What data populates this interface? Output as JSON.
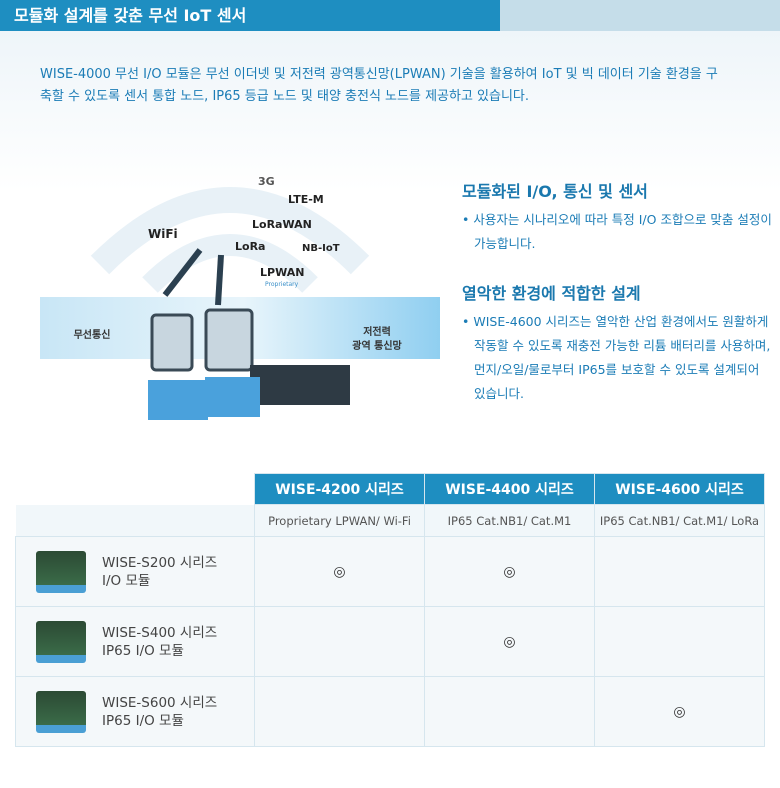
{
  "header": {
    "title": "모듈화 설계를 갖춘 무선 IoT 센서"
  },
  "intro": "WISE-4000 무선 I/O 모듈은 무선 이더넷 및 저전력 광역통신망(LPWAN) 기술을 활용하여 IoT 및 빅 데이터 기술 환경을 구축할 수 있도록 센서 통합 노드, IP65 등급 노드 및 태양 충전식 노드를 제공하고 있습니다.",
  "illustration": {
    "left_label": "무선통신",
    "right_label_1": "저전력",
    "right_label_2": "광역 통신망",
    "logos": [
      "3G",
      "LTE-M",
      "LoRaWAN",
      "WiFi",
      "LoRa",
      "NB-IoT",
      "LPWAN",
      "Proprietary"
    ]
  },
  "features": [
    {
      "title": "모듈화된 I/O, 통신 및 센서",
      "text": "• 사용자는 시나리오에 따라 특정 I/O 조합으로 맞춤 설정이 가능합니다."
    },
    {
      "title": "열악한 환경에 적합한 설계",
      "text": "• WISE-4600 시리즈는 열악한 산업 환경에서도 원활하게 작동할 수 있도록 재충전 가능한 리튬 배터리를 사용하며, 먼지/오일/물로부터 IP65를 보호할 수 있도록 설계되어 있습니다."
    }
  ],
  "table": {
    "headers": [
      "WISE-4200 시리즈",
      "WISE-4400 시리즈",
      "WISE-4600 시리즈"
    ],
    "subheaders": [
      "Proprietary LPWAN/ Wi-Fi",
      "IP65 Cat.NB1/ Cat.M1",
      "IP65 Cat.NB1/ Cat.M1/ LoRa"
    ],
    "rows": [
      {
        "l1": "WISE-S200 시리즈",
        "l2": "I/O 모듈",
        "c": [
          "◎",
          "◎",
          ""
        ]
      },
      {
        "l1": "WISE-S400 시리즈",
        "l2": "IP65 I/O 모듈",
        "c": [
          "",
          "◎",
          ""
        ]
      },
      {
        "l1": "WISE-S600 시리즈",
        "l2": "IP65 I/O 모듈",
        "c": [
          "",
          "",
          "◎"
        ]
      }
    ]
  }
}
